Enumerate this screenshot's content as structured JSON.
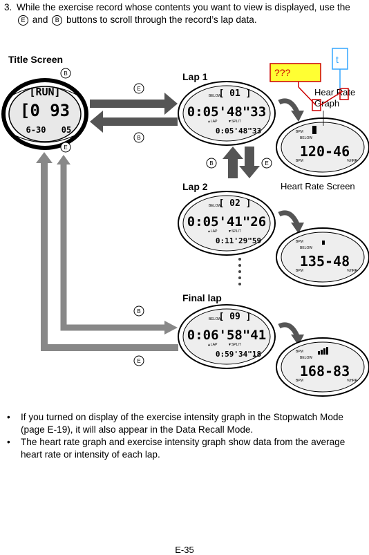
{
  "intro": {
    "number": "3.",
    "text_before_e": "While the exercise record whose contents you want to view is displayed, use the",
    "button_e": "E",
    "text_and": "and",
    "button_b": "B",
    "text_after_b": "buttons to scroll through the record’s lap data."
  },
  "labels": {
    "title_screen": "Title Screen",
    "lap1": "Lap 1",
    "lap2": "Lap 2",
    "final_lap": "Final lap",
    "heart_rate_graph_line1": "Hear Rate",
    "heart_rate_graph_line2": "Graph",
    "heart_rate_screen": "Heart Rate Screen",
    "yellow_box": "??? ",
    "blue_box": "t"
  },
  "buttons": {
    "e": "E",
    "b": "B"
  },
  "title_watch": {
    "mode": "[RUN]",
    "main": "[0 93",
    "date": "6-30",
    "count": "05"
  },
  "laps": [
    {
      "lap": "[ 01 ]",
      "time": "0:05'48\"33",
      "split": "0:05'48\"33",
      "hr": "120-46"
    },
    {
      "lap": "[ 02 ]",
      "time": "0:05'41\"26",
      "split": "0:11'29\"59",
      "hr": "135-48"
    },
    {
      "lap": "[ 09 ]",
      "time": "0:06'58\"41",
      "split": "0:59'34\"18",
      "hr": "168-83"
    }
  ],
  "watch_small": {
    "below": "BELOW",
    "lap": "▲LAP",
    "split": "▼SPLIT",
    "bpm": "BPM",
    "hrr": "%HRR",
    "bpm_short": "BPM"
  },
  "bullets": [
    "If you turned on display of the exercise intensity graph in the Stopwatch Mode (page E-19), it will also appear in the Data Recall Mode.",
    "The heart rate graph and exercise intensity graph show data from the average heart rate or intensity of each lap."
  ],
  "bullet_char": "•",
  "footer": {
    "page": "E-35"
  }
}
